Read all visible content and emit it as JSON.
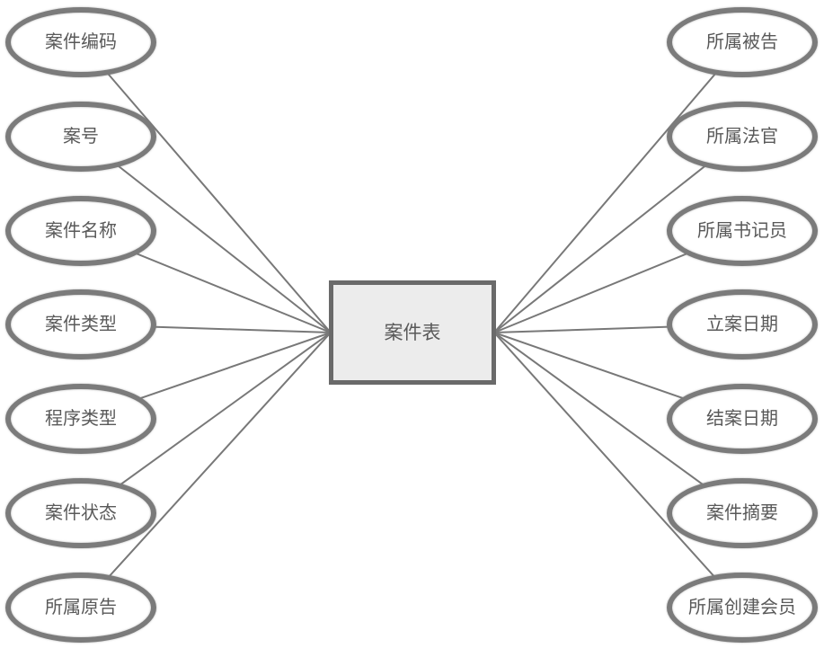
{
  "diagram": {
    "entity": {
      "label": "案件表"
    },
    "left_attributes": [
      {
        "label": "案件编码"
      },
      {
        "label": "案号"
      },
      {
        "label": "案件名称"
      },
      {
        "label": "案件类型"
      },
      {
        "label": "程序类型"
      },
      {
        "label": "案件状态"
      },
      {
        "label": "所属原告"
      }
    ],
    "right_attributes": [
      {
        "label": "所属被告"
      },
      {
        "label": "所属法官"
      },
      {
        "label": "所属书记员"
      },
      {
        "label": "立案日期"
      },
      {
        "label": "结案日期"
      },
      {
        "label": "案件摘要"
      },
      {
        "label": "所属创建会员"
      }
    ],
    "colors": {
      "ellipse_stroke": "#7b7b7b",
      "connector_line": "#787878",
      "entity_border": "#6a6a6a",
      "entity_fill": "#ececec",
      "text": "#595959",
      "background": "#ffffff"
    }
  }
}
